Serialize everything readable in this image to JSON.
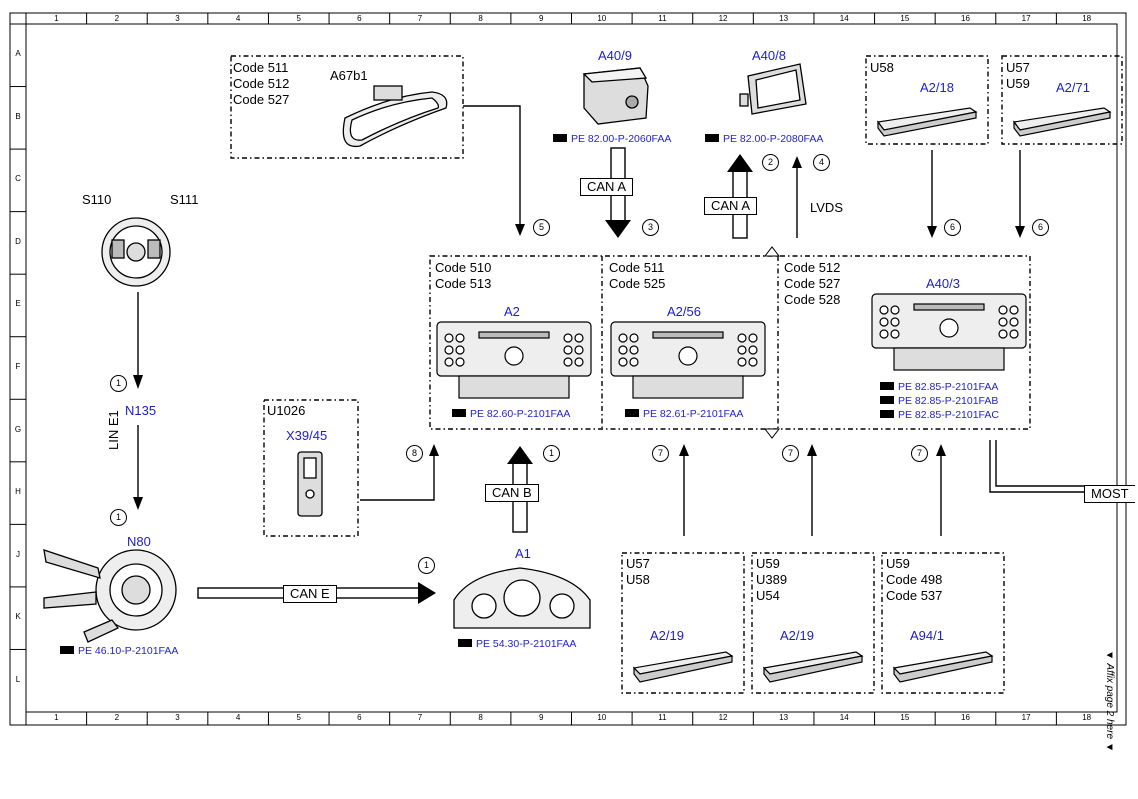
{
  "grid": {
    "columns": [
      "1",
      "2",
      "3",
      "4",
      "5",
      "6",
      "7",
      "8",
      "9",
      "10",
      "11",
      "12",
      "13",
      "14",
      "15",
      "16",
      "17",
      "18"
    ],
    "rows": [
      "A",
      "B",
      "C",
      "D",
      "E",
      "F",
      "G",
      "H",
      "J",
      "K",
      "L"
    ]
  },
  "components": {
    "a67b1": {
      "codes": [
        "Code 511",
        "Code 512",
        "Code 527"
      ],
      "label": "A67b1"
    },
    "a40_9": {
      "label": "A40/9",
      "ref": "PE 82.00-P-2060FAA"
    },
    "a40_8": {
      "label": "A40/8",
      "ref": "PE 82.00-P-2080FAA"
    },
    "u58_top": {
      "codes": [
        "U58"
      ],
      "label": "A2/18"
    },
    "u57_top": {
      "codes": [
        "U57",
        "U59"
      ],
      "label": "A2/71"
    },
    "s110": {
      "label": "S110"
    },
    "s111": {
      "label": "S111"
    },
    "n135": {
      "label": "N135"
    },
    "n80": {
      "label": "N80",
      "ref": "PE 46.10-P-2101FAA"
    },
    "u1026": {
      "codes": [
        "U1026"
      ],
      "label": "X39/45"
    },
    "a2": {
      "codes": [
        "Code 510",
        "Code 513"
      ],
      "label": "A2",
      "ref": "PE 82.60-P-2101FAA"
    },
    "a2_56": {
      "codes": [
        "Code 511",
        "Code 525"
      ],
      "label": "A2/56",
      "ref": "PE 82.61-P-2101FAA"
    },
    "a40_3": {
      "codes": [
        "Code 512",
        "Code 527",
        "Code 528"
      ],
      "label": "A40/3",
      "refs": [
        "PE 82.85-P-2101FAA",
        "PE 82.85-P-2101FAB",
        "PE 82.85-P-2101FAC"
      ]
    },
    "a1": {
      "label": "A1",
      "ref": "PE 54.30-P-2101FAA"
    },
    "a2_19_left": {
      "codes": [
        "U57",
        "U58"
      ],
      "label": "A2/19"
    },
    "a2_19_mid": {
      "codes": [
        "U59",
        "U389",
        "U54"
      ],
      "label": "A2/19"
    },
    "a94_1": {
      "codes": [
        "U59",
        "Code 498",
        "Code 537"
      ],
      "label": "A94/1"
    }
  },
  "buses": {
    "can_a_1": "CAN A",
    "can_a_2": "CAN A",
    "lvds": "LVDS",
    "lin_e1": "LIN E1",
    "can_b": "CAN B",
    "can_e": "CAN E",
    "most": "MOST"
  },
  "markers": {
    "m5": "5",
    "m3": "3",
    "m2": "2",
    "m4": "4",
    "m6a": "6",
    "m6b": "6",
    "m1a": "1",
    "m1b": "1",
    "m1c": "1",
    "m1d": "1",
    "m8": "8",
    "m7a": "7",
    "m7b": "7",
    "m7c": "7"
  },
  "side_note": "◄ Affix page 2 here ◄"
}
